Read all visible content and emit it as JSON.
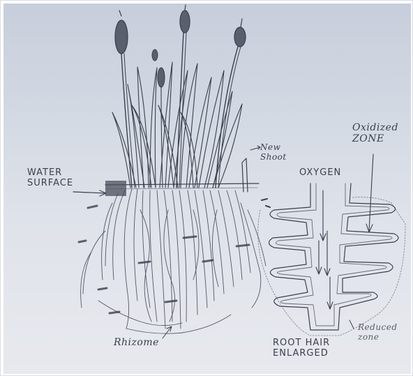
{
  "diagram": {
    "labels": {
      "water_surface": "WATER\nSURFACE",
      "new_shoot": "New\nShoot",
      "oxygen": "OXYGEN",
      "oxidized_zone": "Oxidized\nZONE",
      "rhizome": "Rhizome",
      "root_hair_enlarged": "ROOT HAIR\nENLARGED",
      "reduced_zone": "Reduced\nzone"
    },
    "colors": {
      "pencil": "#3a3f4d",
      "paper": "#d6dbe4"
    }
  }
}
